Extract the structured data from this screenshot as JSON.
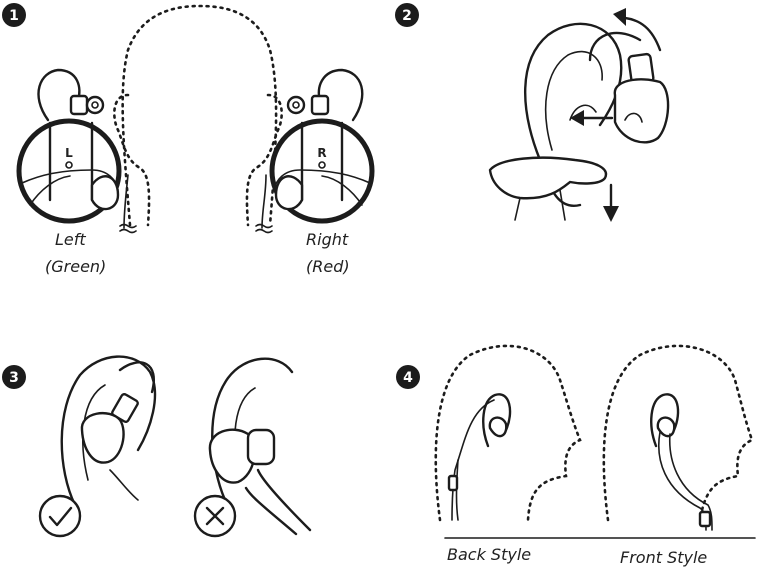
{
  "steps": [
    {
      "number": "1",
      "left_label_line1": "Left",
      "left_label_line2": "(Green)",
      "left_marker": "L",
      "right_label_line1": "Right",
      "right_label_line2": "(Red)",
      "right_marker": "R"
    },
    {
      "number": "2"
    },
    {
      "number": "3",
      "correct_icon": "check-icon",
      "wrong_icon": "cross-icon"
    },
    {
      "number": "4",
      "style_a": "Back Style",
      "style_b": "Front Style"
    }
  ],
  "colors": {
    "ink": "#1c1c1c",
    "background": "#ffffff"
  }
}
